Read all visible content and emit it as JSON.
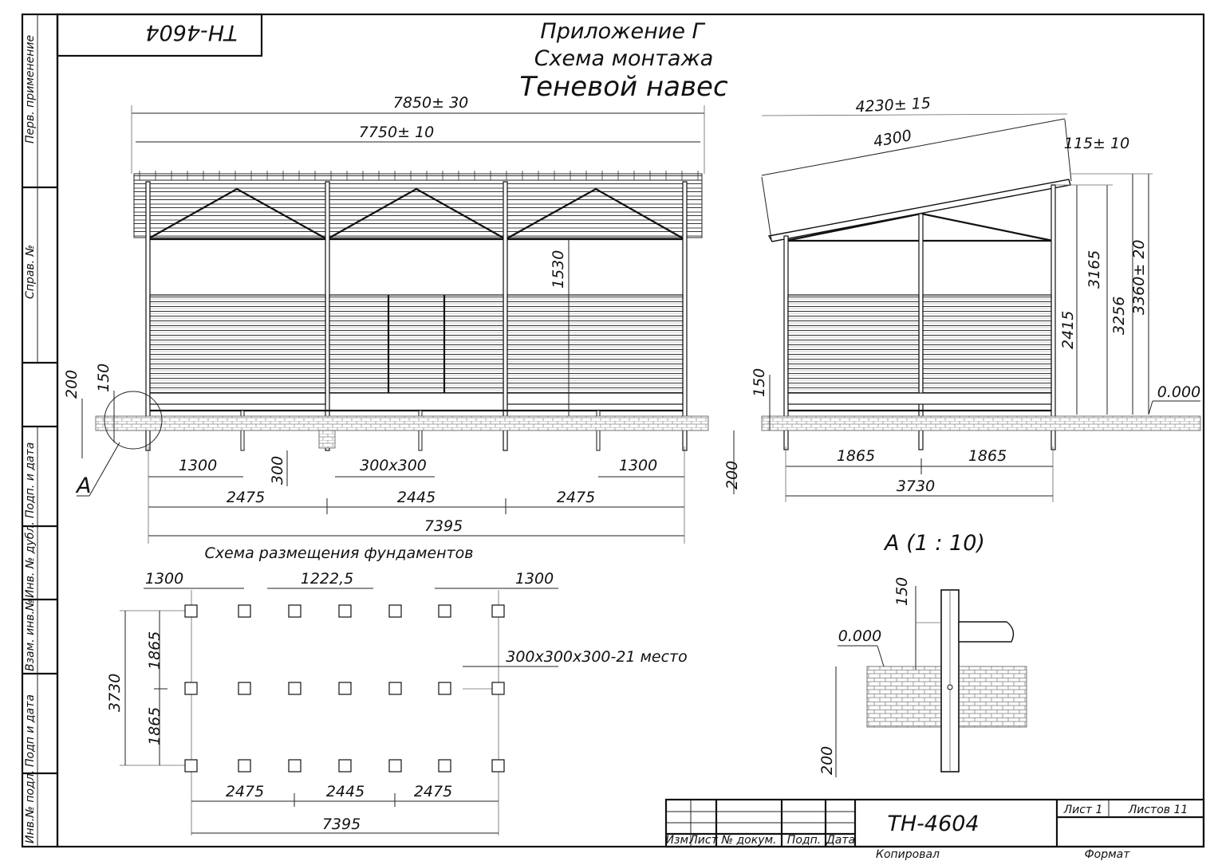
{
  "header": {
    "code_rotated": "ТН-4604",
    "title_line1": "Приложение Г",
    "title_line2": "Схема монтажа",
    "title_line3": "Теневой навес"
  },
  "side_strip": {
    "labels": [
      "Перв. применение",
      "Справ. №",
      "Подп. и дата",
      "Инв. № дубл.",
      "Взам. инв.№",
      "Подп и дата",
      "Инв.№ подл."
    ]
  },
  "front_view": {
    "dims": {
      "overall_with_roof": "7850± 30",
      "overall_frame": "7750± 10",
      "height_1530": "1530",
      "d200": "200",
      "d150": "150",
      "d300": "300",
      "d300x300": "300х300",
      "d1300_left": "1300",
      "d1300_right": "1300",
      "d2475_left": "2475",
      "d2445": "2445",
      "d2475_right": "2475",
      "d7395": "7395",
      "d200_right": "200"
    },
    "callout": "А"
  },
  "side_view": {
    "dims": {
      "roof_slope_outer": "4230± 15",
      "roof_slope_inner": "4300",
      "overhang": "115± 10",
      "h3165": "3165",
      "h3256": "3256",
      "h3360": "3360± 20",
      "h2415": "2415",
      "d150": "150",
      "level": "0.000",
      "w1865_left": "1865",
      "w1865_right": "1865",
      "w3730": "3730"
    }
  },
  "foundation_plan": {
    "title": "Схема размещения фундаментов",
    "dims": {
      "top_left": "1300",
      "top_mid": "1222,5",
      "top_right": "1300",
      "left_overall": "3730",
      "left_top": "1865",
      "left_bottom": "1865",
      "bottom_left": "2475",
      "bottom_mid": "2445",
      "bottom_right": "2475",
      "bottom_overall": "7395"
    },
    "note": "300х300х300-21 место"
  },
  "detail_a": {
    "title": "А  (1 : 10)",
    "d150": "150",
    "level": "0.000",
    "d200": "200"
  },
  "title_block": {
    "code": "ТН-4604",
    "sheet": "Лист 1",
    "sheets": "Листов 11",
    "col_izm": "Изм.",
    "col_list": "Лист",
    "col_doc": "№ докум.",
    "col_sign": "Подп.",
    "col_date": "Дата",
    "copied": "Копировал",
    "format": "Формат"
  }
}
